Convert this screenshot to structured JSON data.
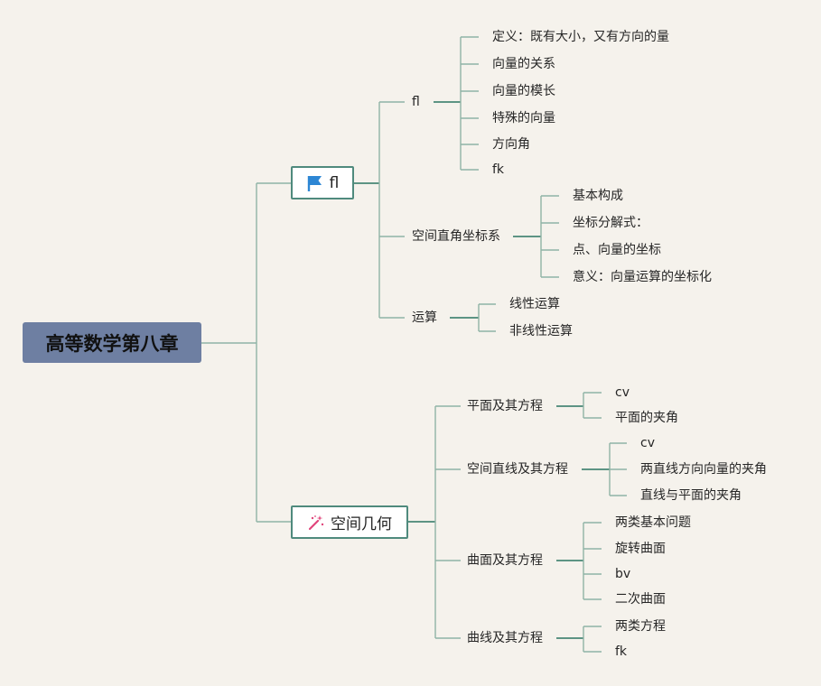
{
  "root": {
    "title": "高等数学第八章"
  },
  "branch1": {
    "label": "fl",
    "icon": "flag-icon",
    "icon_color": "#2d86d4",
    "children": [
      {
        "label": "fl",
        "children": [
          "定义：既有大小，又有方向的量",
          "向量的关系",
          "向量的模长",
          "特殊的向量",
          "方向角",
          "fk"
        ]
      },
      {
        "label": "空间直角坐标系",
        "children": [
          "基本构成",
          "坐标分解式：",
          "点、向量的坐标",
          "意义：向量运算的坐标化"
        ]
      },
      {
        "label": "运算",
        "children": [
          "线性运算",
          "非线性运算"
        ]
      }
    ]
  },
  "branch2": {
    "label": "空间几何",
    "icon": "magic-wand-icon",
    "icon_color": "#e0457b",
    "children": [
      {
        "label": "平面及其方程",
        "children": [
          "cv",
          "平面的夹角"
        ]
      },
      {
        "label": "空间直线及其方程",
        "children": [
          "cv",
          "两直线方向向量的夹角",
          "直线与平面的夹角"
        ]
      },
      {
        "label": "曲面及其方程",
        "children": [
          "两类基本问题",
          "旋转曲面",
          "bv",
          "二次曲面"
        ]
      },
      {
        "label": "曲线及其方程",
        "children": [
          "两类方程",
          "fk"
        ]
      }
    ]
  },
  "colors": {
    "line": "#8fb3a6",
    "root_bg": "#6e7fa2",
    "box_border": "#4f8a7d",
    "background": "#f5f2ec"
  }
}
